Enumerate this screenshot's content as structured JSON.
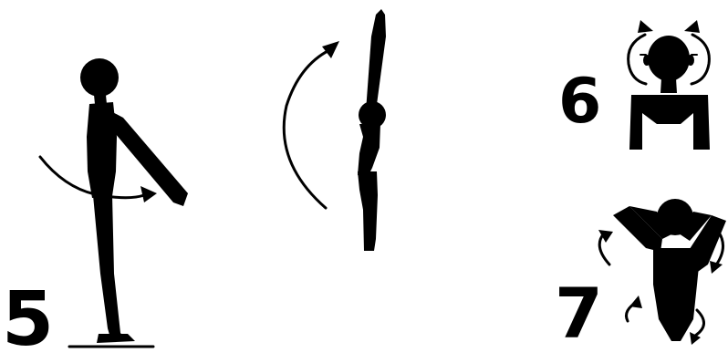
{
  "steps": [
    {
      "number": "5"
    },
    {
      "number": "6"
    },
    {
      "number": "7"
    }
  ],
  "colors": {
    "ink": "#000000",
    "background": "#ffffff"
  }
}
